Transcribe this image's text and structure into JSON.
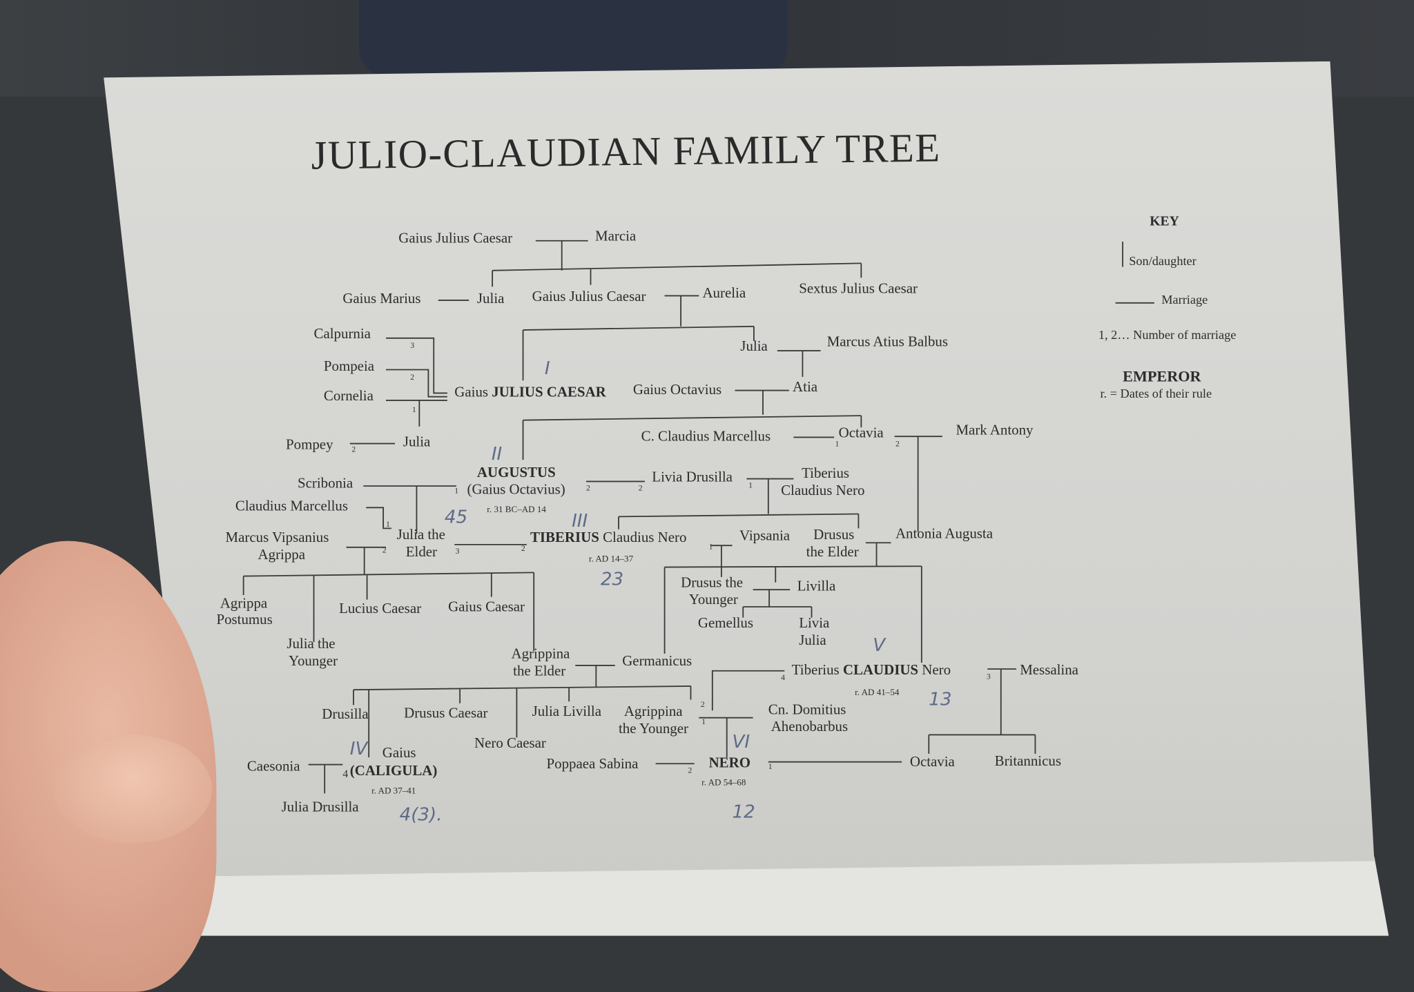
{
  "title": "JULIO-CLAUDIAN FAMILY TREE",
  "key": {
    "heading": "KEY",
    "son_daughter": "Son/daughter",
    "marriage": "Marriage",
    "numbers": "1, 2… Number of marriage",
    "emperor": "EMPEROR",
    "dates": "r. = Dates of their rule"
  },
  "people": {
    "gjc_elder": "Gaius Julius Caesar",
    "marcia": "Marcia",
    "gaius_marius": "Gaius Marius",
    "julia_aunt": "Julia",
    "gjc_father": "Gaius Julius Caesar",
    "aurelia": "Aurelia",
    "sextus": "Sextus Julius Caesar",
    "calpurnia": "Calpurnia",
    "pompeia": "Pompeia",
    "cornelia": "Cornelia",
    "caesar_pre": "Gaius",
    "caesar": "JULIUS CAESAR",
    "gaius_octavius": "Gaius Octavius",
    "atia": "Atia",
    "julia_sister": "Julia",
    "balbus": "Marcus Atius Balbus",
    "pompey": "Pompey",
    "julia_caesar": "Julia",
    "c_marcellus": "C. Claudius Marcellus",
    "octavia": "Octavia",
    "mark_antony": "Mark Antony",
    "scribonia": "Scribonia",
    "augustus": "AUGUSTUS",
    "augustus_alt": "(Gaius Octavius)",
    "augustus_rule": "r. 31 BC–AD 14",
    "livia": "Livia Drusilla",
    "tib_nero_1": "Tiberius",
    "tib_nero_2": "Claudius Nero",
    "claudius_marcellus": "Claudius Marcellus",
    "agrippa_1": "Marcus Vipsanius",
    "agrippa_2": "Agrippa",
    "julia_elder_1": "Julia the",
    "julia_elder_2": "Elder",
    "tiberius": "TIBERIUS",
    "tiberius_rest": "Claudius Nero",
    "tiberius_rule": "r. AD 14–37",
    "vipsania": "Vipsania",
    "drusus_elder_1": "Drusus",
    "drusus_elder_2": "the Elder",
    "antonia": "Antonia Augusta",
    "agrippa_post_1": "Agrippa",
    "agrippa_post_2": "Postumus",
    "lucius": "Lucius Caesar",
    "gaius_caesar": "Gaius Caesar",
    "drusus_younger_1": "Drusus the",
    "drusus_younger_2": "Younger",
    "livilla": "Livilla",
    "gemellus": "Gemellus",
    "livia_julia_1": "Livia",
    "livia_julia_2": "Julia",
    "julia_younger_1": "Julia the",
    "julia_younger_2": "Younger",
    "agrippina_elder_1": "Agrippina",
    "agrippina_elder_2": "the Elder",
    "germanicus": "Germanicus",
    "claudius_pre": "Tiberius",
    "claudius": "CLAUDIUS",
    "claudius_post": "Nero",
    "claudius_rule": "r. AD 41–54",
    "messalina": "Messalina",
    "drusilla": "Drusilla",
    "drusus_caesar": "Drusus Caesar",
    "julia_livilla": "Julia Livilla",
    "agrippina_younger_1": "Agrippina",
    "agrippina_younger_2": "the Younger",
    "ahenobarbus_1": "Cn. Domitius",
    "ahenobarbus_2": "Ahenobarbus",
    "nero_caesar": "Nero Caesar",
    "caligula_1": "Gaius",
    "caligula_2": "(CALIGULA)",
    "caligula_rule": "r. AD 37–41",
    "caesonia": "Caesonia",
    "julia_drusilla": "Julia Drusilla",
    "poppaea": "Poppaea Sabina",
    "nero": "NERO",
    "nero_rule": "r. AD 54–68",
    "octavia_claudia": "Octavia",
    "britannicus": "Britannicus"
  },
  "marriage_numbers": [
    "3",
    "2",
    "1",
    "2",
    "1",
    "2",
    "1",
    "2",
    "2",
    "1",
    "1",
    "2",
    "3",
    "2",
    "1",
    "4",
    "3",
    "2",
    "1",
    "4",
    "2",
    "1"
  ],
  "handwritten": {
    "caesar": "I",
    "augustus": "II",
    "augustus_years": "45",
    "tiberius": "III",
    "tiberius_years": "23",
    "caligula": "IV",
    "caligula_years": "4(3).",
    "claudius": "V",
    "claudius_years": "13",
    "nero": "VI",
    "nero_years": "12"
  }
}
